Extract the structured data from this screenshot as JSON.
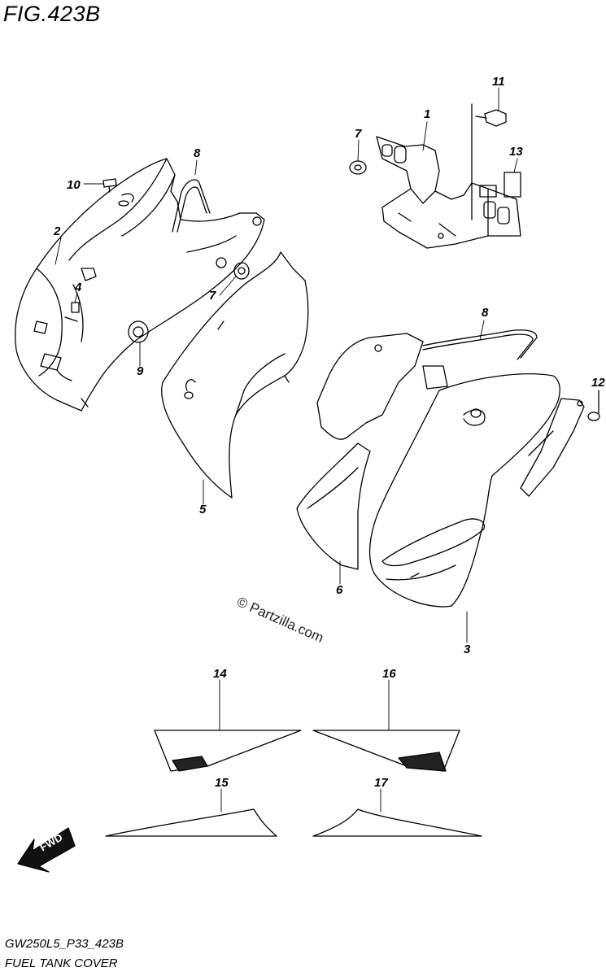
{
  "figure": {
    "title": "FIG.423B",
    "code": "GW250L5_P33_423B",
    "name": "FUEL TANK COVER",
    "watermark": "© Partzilla.com",
    "direction_label": "FWD"
  },
  "callouts": [
    {
      "id": "c1",
      "label": "1"
    },
    {
      "id": "c2",
      "label": "2"
    },
    {
      "id": "c3",
      "label": "3"
    },
    {
      "id": "c4",
      "label": "4"
    },
    {
      "id": "c5",
      "label": "5"
    },
    {
      "id": "c6",
      "label": "6"
    },
    {
      "id": "c7a",
      "label": "7"
    },
    {
      "id": "c7b",
      "label": "7"
    },
    {
      "id": "c8a",
      "label": "8"
    },
    {
      "id": "c8b",
      "label": "8"
    },
    {
      "id": "c9",
      "label": "9"
    },
    {
      "id": "c10",
      "label": "10"
    },
    {
      "id": "c11",
      "label": "11"
    },
    {
      "id": "c12",
      "label": "12"
    },
    {
      "id": "c13",
      "label": "13"
    },
    {
      "id": "c14",
      "label": "14"
    },
    {
      "id": "c15",
      "label": "15"
    },
    {
      "id": "c16",
      "label": "16"
    },
    {
      "id": "c17",
      "label": "17"
    }
  ]
}
